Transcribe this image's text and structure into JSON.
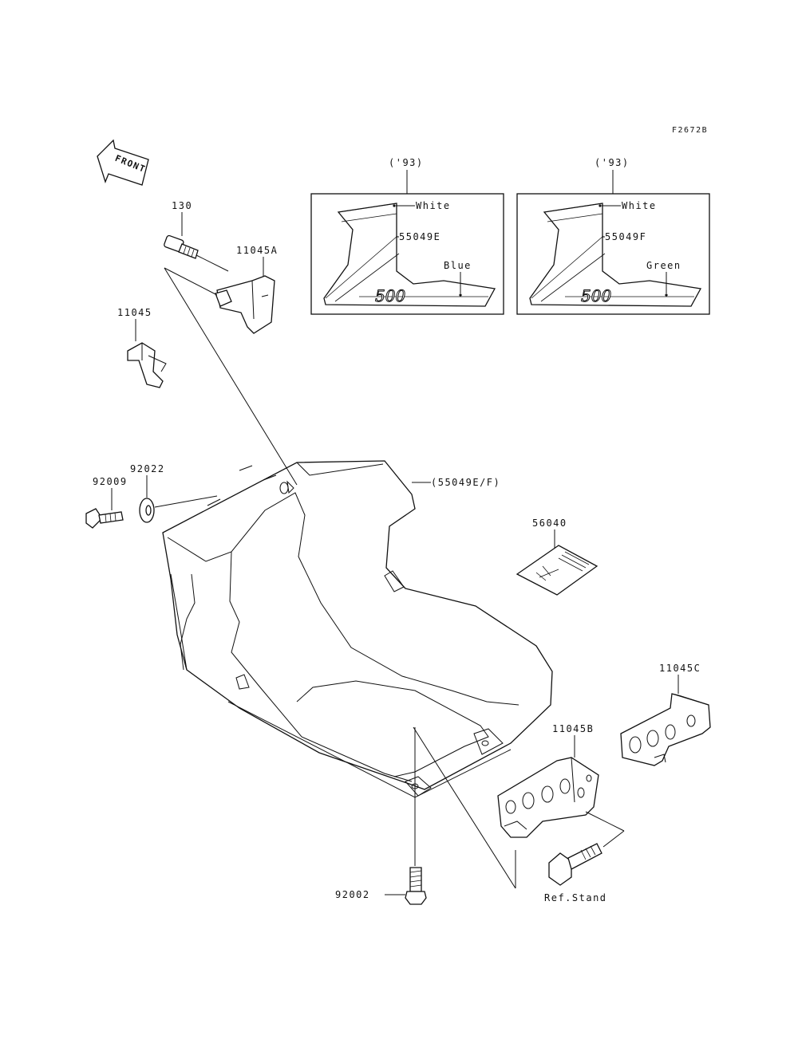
{
  "figure_code": "F2672B",
  "front_label": "FRONT",
  "parts": {
    "p130": "130",
    "p11045A": "11045A",
    "p11045": "11045",
    "p92022": "92022",
    "p92009": "92009",
    "p55049EF": "(55049E/F)",
    "p56040": "56040",
    "p11045C": "11045C",
    "p11045B": "11045B",
    "p92002": "92002",
    "ref_stand": "Ref.Stand"
  },
  "variants": [
    {
      "year": "('93)",
      "top_color": "White",
      "part": "55049E",
      "accent_color": "Blue",
      "model": "500"
    },
    {
      "year": "('93)",
      "top_color": "White",
      "part": "55049F",
      "accent_color": "Green",
      "model": "500"
    }
  ]
}
